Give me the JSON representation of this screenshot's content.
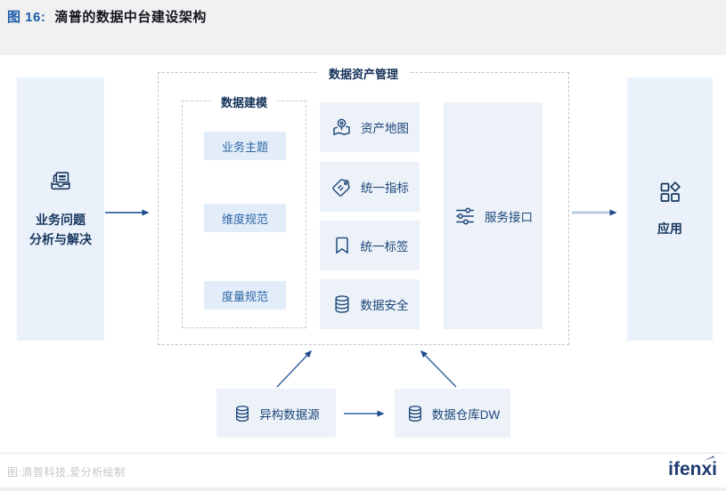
{
  "header": {
    "figure_label": "图 16:",
    "title": "滴普的数据中台建设架构"
  },
  "diagram": {
    "left_box": {
      "line1": "业务问题",
      "line2": "分析与解决",
      "icon": "knowledge-base-icon"
    },
    "asset_management": {
      "title": "数据资产管理",
      "data_modeling": {
        "title": "数据建模",
        "items": [
          "业务主题",
          "维度规范",
          "度量规范"
        ]
      },
      "capabilities": [
        {
          "label": "资产地图",
          "icon": "map-pin-icon"
        },
        {
          "label": "统一指标",
          "icon": "tag-icon"
        },
        {
          "label": "统一标签",
          "icon": "bookmark-icon"
        },
        {
          "label": "数据安全",
          "icon": "database-icon"
        }
      ],
      "service_interface": {
        "label": "服务接口",
        "icon": "sliders-icon"
      }
    },
    "right_box": {
      "label": "应用",
      "icon": "app-grid-icon"
    },
    "bottom_boxes": [
      {
        "label": "异构数据源",
        "icon": "database-icon"
      },
      {
        "label": "数据仓库DW",
        "icon": "database-icon"
      }
    ]
  },
  "footer": {
    "source": "图:滴普科技,爱分析绘制",
    "logo_text": "ifenxi"
  },
  "colors": {
    "accent_blue": "#1A5CA8",
    "navy": "#17365D",
    "tall_box_fill": "#EAF1FB",
    "cap_box_fill": "#EDF2F9",
    "mini_box_fill": "#E3EDF9",
    "mini_box_text": "#2D66A5",
    "arrow_dark": "#30609F",
    "arrow_light": "#B9CBDF",
    "dashed_border": "#C2C2C2",
    "footer_text": "#C6C6C6",
    "logo_navy": "#1E3A70"
  }
}
